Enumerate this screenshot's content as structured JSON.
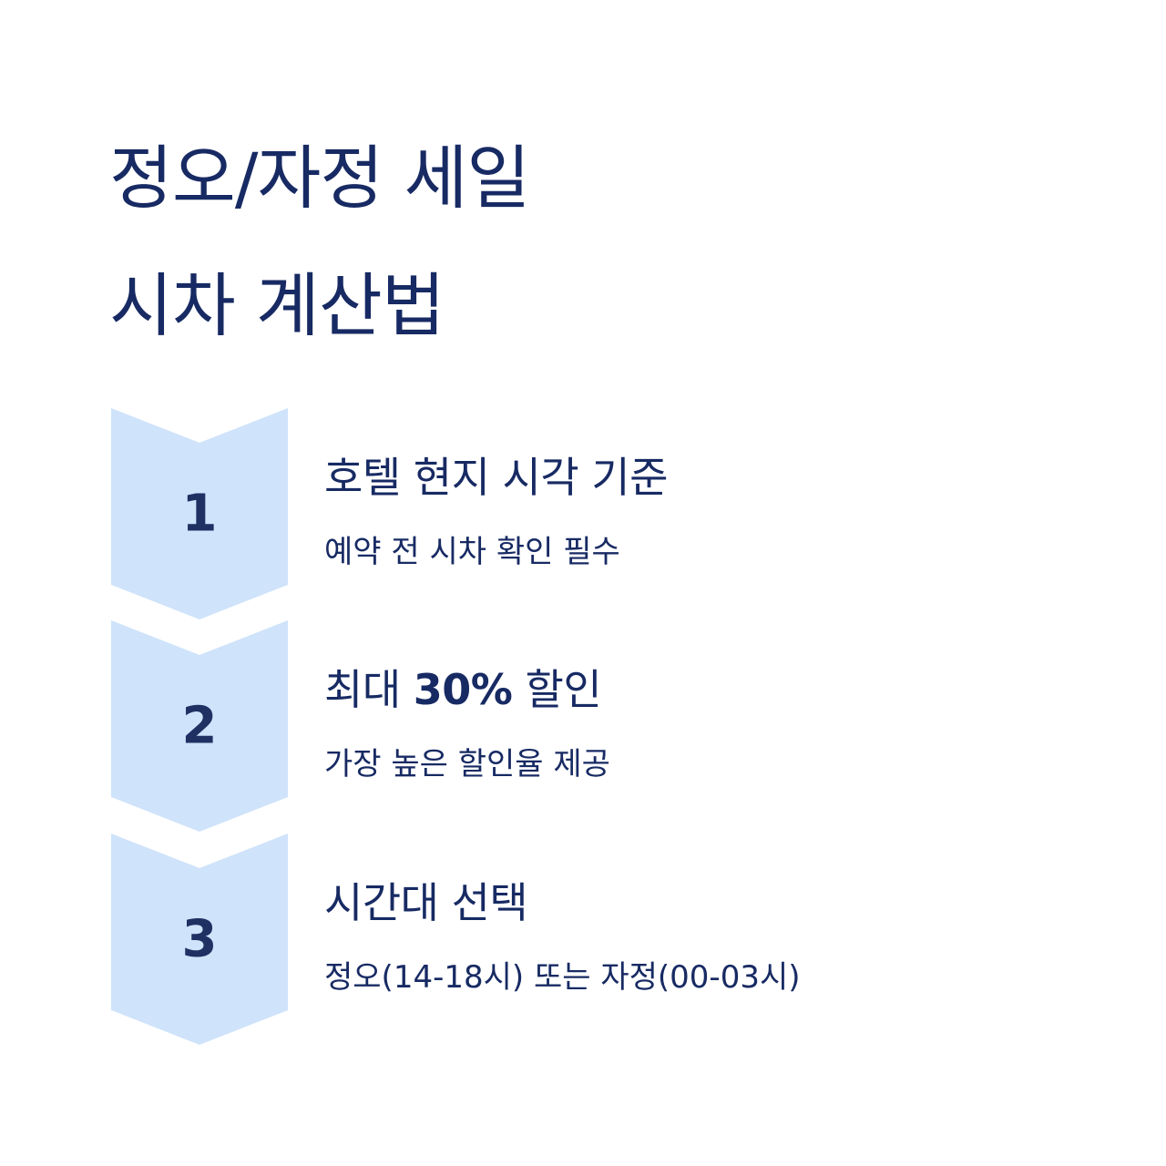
{
  "title": {
    "line1": "정오/자정 세일",
    "line2": "시차 계산법"
  },
  "steps": [
    {
      "number": "1",
      "title": "호텔 현지 시각 기준",
      "description": "예약 전 시차 확인 필수"
    },
    {
      "number": "2",
      "title_prefix": "최대 ",
      "title_highlight": "30%",
      "title_suffix": " 할인",
      "description": "가장 높은 할인율 제공"
    },
    {
      "number": "3",
      "title": "시간대 선택",
      "description": "정오(14-18시) 또는 자정(00-03시)"
    }
  ],
  "colors": {
    "text": "#172a63",
    "chevron_fill": "#cfe3fb"
  }
}
